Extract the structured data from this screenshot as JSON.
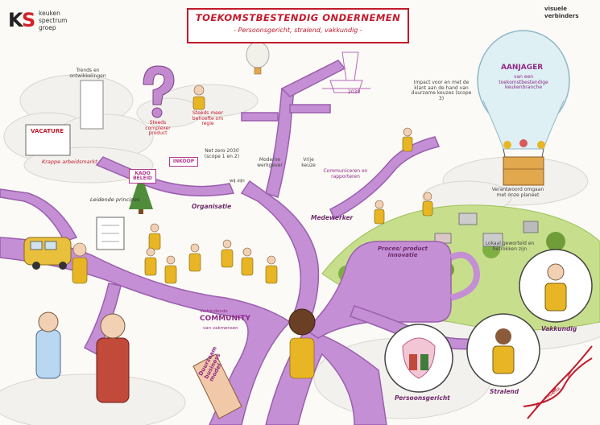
{
  "logo": {
    "mark": "KS",
    "line1": "keuken",
    "line2": "spectrum",
    "line3": "groep"
  },
  "partner_logo": {
    "line1": "visuele",
    "line2": "verbinders"
  },
  "header": {
    "title": "TOEKOMSTBESTENDIG ONDERNEMEN",
    "subtitle": "- Persoonsgericht, stralend, vakkundig -"
  },
  "balloon": {
    "title": "AANJAGER",
    "text": "van een toekomstbestendige keukenbranche"
  },
  "labels": {
    "trends": "Trends en ontwikkelingen",
    "vacature": "VACATURE",
    "krappe": "Krappe arbeidsmarkt",
    "steeds": "Steeds complexer product",
    "steeds_meer": "Steeds meer behoefte om regie",
    "leidende": "Leidende principes",
    "kado": "KADO BELEID",
    "inkoop": "INKOOP",
    "net_zero": "Net zero 2030 (scope 1 en 2)",
    "year_2030": "2030",
    "moderne": "Moderne werkgever",
    "vrij": "Vrije keuze",
    "wij_zijn": "wij zijn",
    "organisatie": "Organisatie",
    "medewerker": "Medewerker",
    "impact": "Impact voor en met de klant aan de hand van duurzame keuzes (scope 3)",
    "communiceren": "Communiceren en rapporteren",
    "proces": "Proces/ product innovatie",
    "verantwoord": "Verantwoord omgaan met onze planeet",
    "lokaal": "Lokaal geworteld en betrokken zijn",
    "community_1": "Verbindende",
    "community_2": "COMMUNITY",
    "community_3": "van vakmensen",
    "duurzaam": "Duurzaam business model",
    "vakkundig": "Vakkundig",
    "stralend": "Stralend",
    "persoonsgericht": "Persoonsgericht",
    "dna": "KSG DNA"
  },
  "colors": {
    "accent_red": "#c21a2b",
    "road_purple": "#c48fd4",
    "road_dark": "#9b5fae",
    "mustard": "#e8b524",
    "grass": "#b8d77a"
  }
}
